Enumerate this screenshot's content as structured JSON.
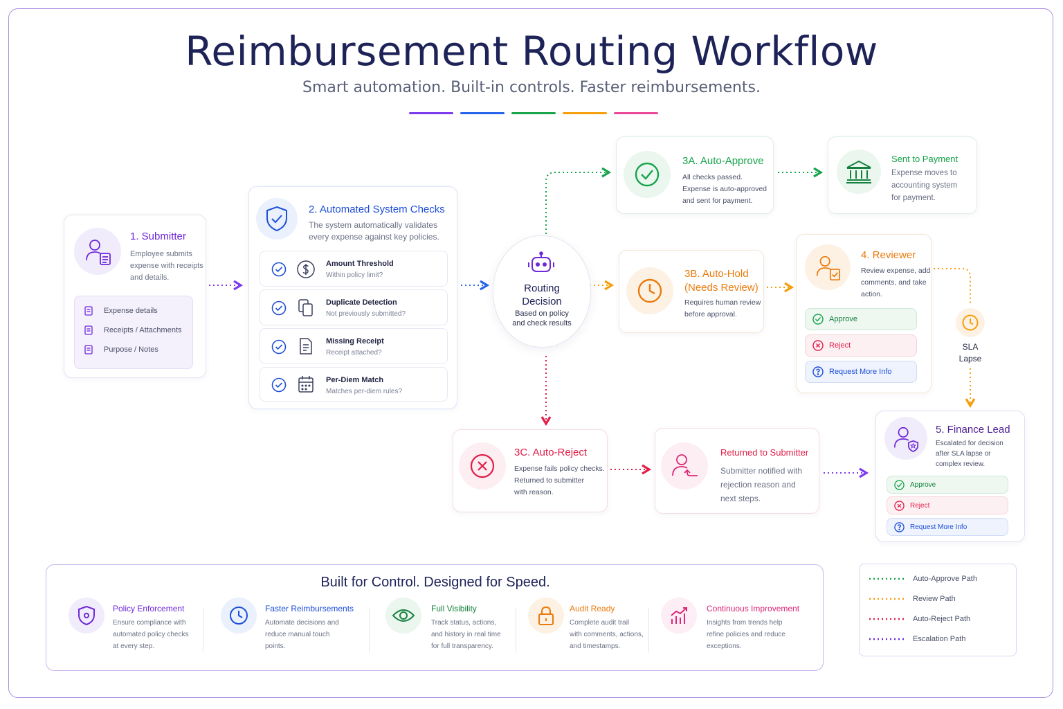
{
  "header": {
    "title": "Reimbursement Routing Workflow",
    "subtitle": "Smart automation. Built-in controls. Faster reimbursements.",
    "accent_bars": [
      "#7c3aed",
      "#2563eb",
      "#16a34a",
      "#f59e0b",
      "#ec4899"
    ]
  },
  "submitter": {
    "title": "1. Submitter",
    "desc": [
      "Employee submits",
      "expense with receipts",
      "and details."
    ],
    "items": [
      "Expense details",
      "Receipts / Attachments",
      "Purpose / Notes"
    ],
    "color": "#6d28d9"
  },
  "checks": {
    "title": "2. Automated System Checks",
    "desc": [
      "The system automatically validates",
      "every expense against key policies."
    ],
    "items": [
      {
        "title": "Amount Threshold",
        "sub": "Within policy limit?",
        "icon": "dollar-icon"
      },
      {
        "title": "Duplicate Detection",
        "sub": "Not previously submitted?",
        "icon": "copy-icon"
      },
      {
        "title": "Missing Receipt",
        "sub": "Receipt attached?",
        "icon": "receipt-icon"
      },
      {
        "title": "Per-Diem Match",
        "sub": "Matches per-diem rules?",
        "icon": "calendar-icon"
      }
    ],
    "color": "#1d4ed8"
  },
  "routing": {
    "title": "Routing Decision",
    "desc": [
      "Based on policy",
      "and check results"
    ]
  },
  "auto_approve": {
    "title": "3A. Auto-Approve",
    "desc": [
      "All checks passed.",
      "Expense is auto-approved",
      "and sent for payment."
    ],
    "color": "#16a34a"
  },
  "payment": {
    "title": "Sent to Payment",
    "desc": [
      "Expense moves to",
      "accounting system",
      "for payment."
    ]
  },
  "auto_hold": {
    "title_line1": "3B. Auto-Hold",
    "title_line2": "(Needs Review)",
    "desc": [
      "Requires human review",
      "before approval."
    ],
    "color": "#ea7a0c"
  },
  "reviewer": {
    "title": "4. Reviewer",
    "desc": [
      "Review expense, add",
      "comments, and take",
      "action."
    ],
    "actions": [
      "Approve",
      "Reject",
      "Request More Info"
    ]
  },
  "sla": {
    "label_line1": "SLA",
    "label_line2": "Lapse"
  },
  "auto_reject": {
    "title": "3C. Auto-Reject",
    "desc": [
      "Expense fails policy checks.",
      "Returned to submitter",
      "with reason."
    ],
    "color": "#e11d48"
  },
  "returned": {
    "title": "Returned to Submitter",
    "desc": [
      "Submitter notified with",
      "rejection reason and",
      "next steps."
    ]
  },
  "finance": {
    "title": "5. Finance Lead",
    "desc": [
      "Escalated for decision",
      "after SLA lapse or",
      "complex review."
    ],
    "actions": [
      "Approve",
      "Reject",
      "Request More Info"
    ]
  },
  "footer": {
    "title": "Built for Control. Designed for Speed.",
    "features": [
      {
        "title": "Policy Enforcement",
        "desc": [
          "Ensure compliance with",
          "automated policy checks",
          "at every step."
        ],
        "color": "#6d28d9",
        "icon": "shield-icon"
      },
      {
        "title": "Faster Reimbursements",
        "desc": [
          "Automate decisions and",
          "reduce manual touch",
          "points."
        ],
        "color": "#1d4ed8",
        "icon": "clock-icon"
      },
      {
        "title": "Full Visibility",
        "desc": [
          "Track status, actions,",
          "and history in real time",
          "for full transparency."
        ],
        "color": "#15803d",
        "icon": "eye-icon"
      },
      {
        "title": "Audit Ready",
        "desc": [
          "Complete audit trail",
          "with comments, actions,",
          "and timestamps."
        ],
        "color": "#ea7a0c",
        "icon": "lock-icon"
      },
      {
        "title": "Continuous Improvement",
        "desc": [
          "Insights from trends help",
          "refine policies and reduce",
          "exceptions."
        ],
        "color": "#db2777",
        "icon": "chart-icon"
      }
    ]
  },
  "legend": [
    {
      "label": "Auto-Approve Path",
      "color": "#16a34a"
    },
    {
      "label": "Review Path",
      "color": "#f59e0b"
    },
    {
      "label": "Auto-Reject Path",
      "color": "#e11d48"
    },
    {
      "label": "Escalation Path",
      "color": "#6d28d9"
    }
  ]
}
